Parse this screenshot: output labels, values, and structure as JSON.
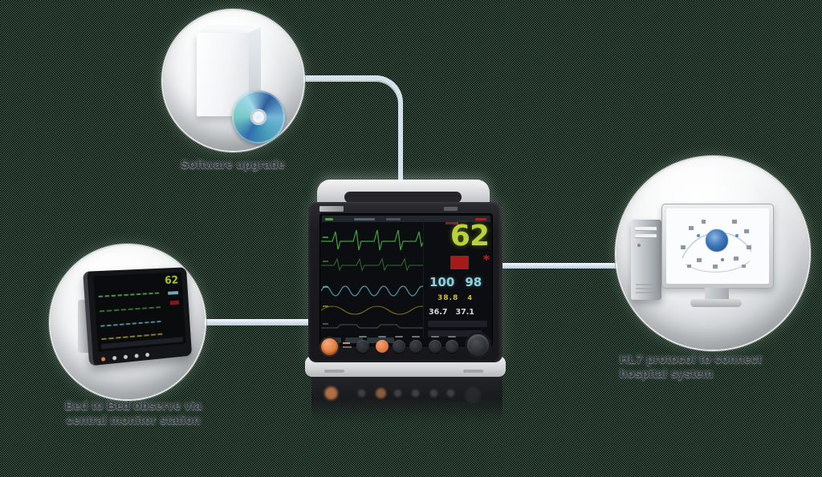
{
  "callouts": {
    "software": {
      "label": "Software upgrade"
    },
    "central_station": {
      "line1": "Bed to Bed observe via",
      "line2": "central monitor station"
    },
    "hospital": {
      "line1": "HL7 protocol to connect",
      "line2": "hospital system"
    }
  },
  "patient_monitor": {
    "hr_value": "62",
    "spo2_value": "100",
    "pr_value": "98",
    "aux_value": "38.8",
    "aux_sub_value": "4",
    "temp1_value": "36.7",
    "temp2_value": "37.1",
    "alarm_symbol": "*"
  },
  "central_mini_monitor": {
    "hr_value": "62"
  },
  "colors": {
    "background_green": "#3f5e4a",
    "background_black": "#070c09",
    "connector_line": "#d5e2ee",
    "hr_green": "#b7d23a",
    "spo2_cyan": "#8ed2de",
    "alarm_red": "#c42121",
    "aux_yellow": "#cec22f",
    "power_button_orange": "#e3803f"
  },
  "icons": {
    "software_box": "software-box-icon",
    "cd_disc": "cd-disc-icon",
    "central_monitor": "central-station-monitor-icon",
    "computer_tower": "computer-tower-icon",
    "desktop_monitor": "desktop-monitor-icon"
  }
}
